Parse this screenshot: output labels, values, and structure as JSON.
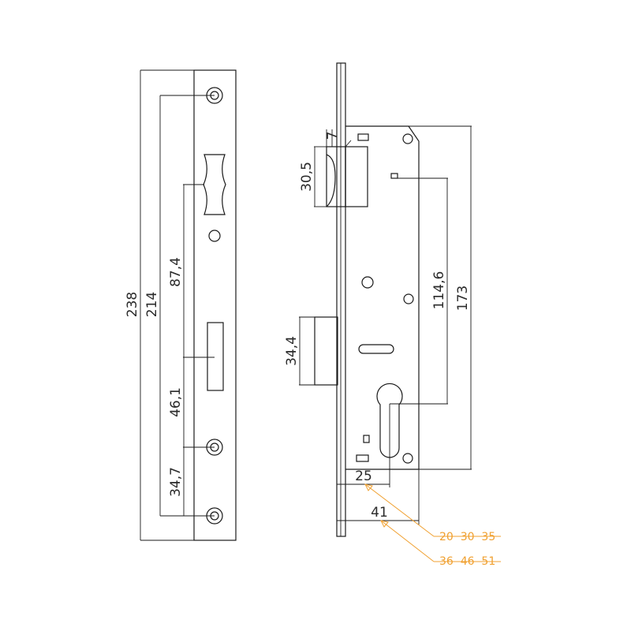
{
  "dimensions": {
    "faceplate_length": "238",
    "hole_spacing": "214",
    "latch_to_bolt": "87,4",
    "bolt_to_hole": "46,1",
    "hole_to_hole": "34,7",
    "latch_height": "30,5",
    "latch_projection": "7",
    "handle_to_cylinder": "114,6",
    "case_height": "173",
    "bolt_height": "34,4",
    "backset": "25",
    "case_depth": "41"
  },
  "backset_options": {
    "short": "20  30  35",
    "long": "36  46  51"
  },
  "colors": {
    "line": "#1a1a1a",
    "dimension_text": "#2a2a2a",
    "option_accent": "#f0a030"
  }
}
